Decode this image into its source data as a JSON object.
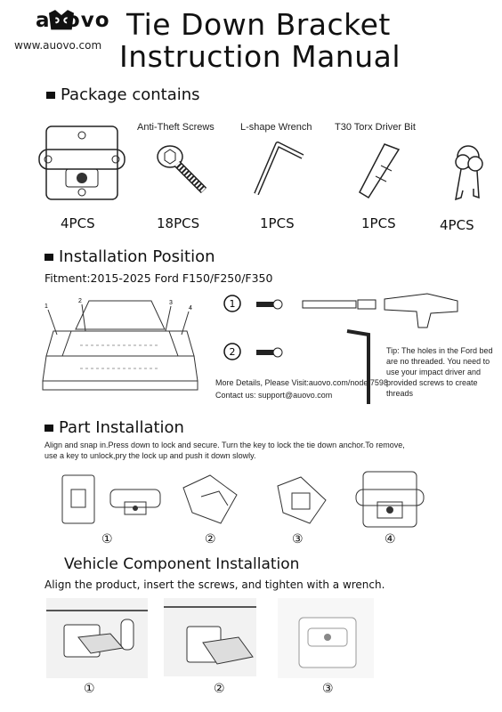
{
  "header": {
    "brand": "auovo",
    "website": "www.auovo.com",
    "title_line1": "Tie Down Bracket",
    "title_line2": "Instruction Manual"
  },
  "package": {
    "heading": "Package contains",
    "items": [
      {
        "label": "",
        "qty": "4PCS",
        "icon": "tie-down-bracket-icon"
      },
      {
        "label": "Anti-Theft Screws",
        "qty": "18PCS",
        "icon": "screw-icon"
      },
      {
        "label": "L-shape Wrench",
        "qty": "1PCS",
        "icon": "l-wrench-icon"
      },
      {
        "label": "T30 Torx Driver Bit",
        "qty": "1PCS",
        "icon": "driver-bit-icon"
      },
      {
        "label": "",
        "qty": "4PCS",
        "icon": "keys-icon"
      }
    ]
  },
  "installation_position": {
    "heading": "Installation Position",
    "fitment": "Fitment:2015-2025 Ford F150/F250/F350",
    "truck_positions": [
      "1",
      "2",
      "3",
      "4"
    ],
    "method1": "1",
    "method2": "2",
    "more_details": "More Details, Please Visit:auovo.com/node/7598",
    "contact": "Contact us: support@auovo.com",
    "tip": "Tip: The holes in the Ford bed are no threaded. You need to use your impact driver and provided screws to create threads"
  },
  "part_installation": {
    "heading": "Part Installation",
    "description": "Align and snap in.Press down to lock and secure. Turn the key to lock the tie down anchor.To remove, use a key to unlock,pry the lock up and push it down slowly.",
    "steps": [
      "①",
      "②",
      "③",
      "④"
    ]
  },
  "vehicle_installation": {
    "heading": "Vehicle Component Installation",
    "description": "Align the product, insert the screws, and tighten with a wrench.",
    "steps": [
      "①",
      "②",
      "③"
    ]
  }
}
